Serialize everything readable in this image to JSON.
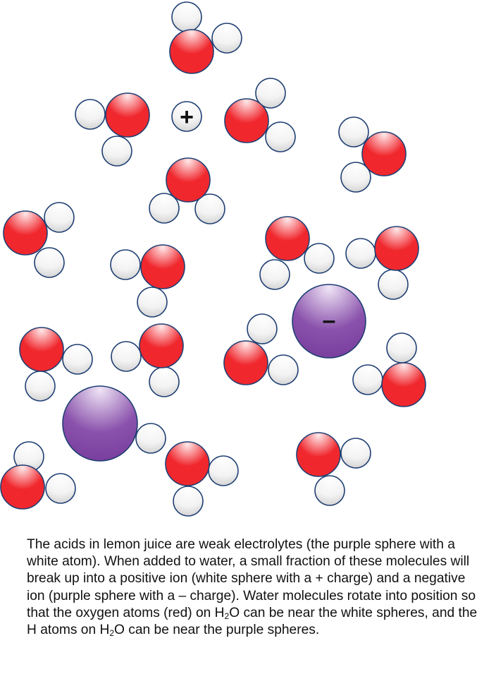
{
  "diagram": {
    "colors": {
      "oxygen": "#f0282e",
      "oxygen_highlight": "#ffe9ea",
      "hydrogen": "#d0d0d0",
      "hydrogen_highlight": "#ffffff",
      "electrolyte": "#8a52ac",
      "electrolyte_highlight": "#efe4f5",
      "outline": "#1f3f73"
    },
    "positive_ion": {
      "symbol": "+"
    },
    "negative_ion": {
      "symbol": "–"
    }
  },
  "caption": {
    "segments": [
      {
        "text": "The acids in lemon juice are weak electrolytes (the purple sphere with a white atom). When added to water, a small fraction of these molecules will break up into a positive ion (white sphere with a + charge) and a negative ion (purple sphere with a – charge). Water molecules rotate into position so that the oxygen atoms (red) on H"
      },
      {
        "text": "2",
        "sub": true
      },
      {
        "text": "O can be near the white spheres, and the H atoms on H"
      },
      {
        "text": "2",
        "sub": true
      },
      {
        "text": "O can be near the purple spheres."
      }
    ]
  }
}
